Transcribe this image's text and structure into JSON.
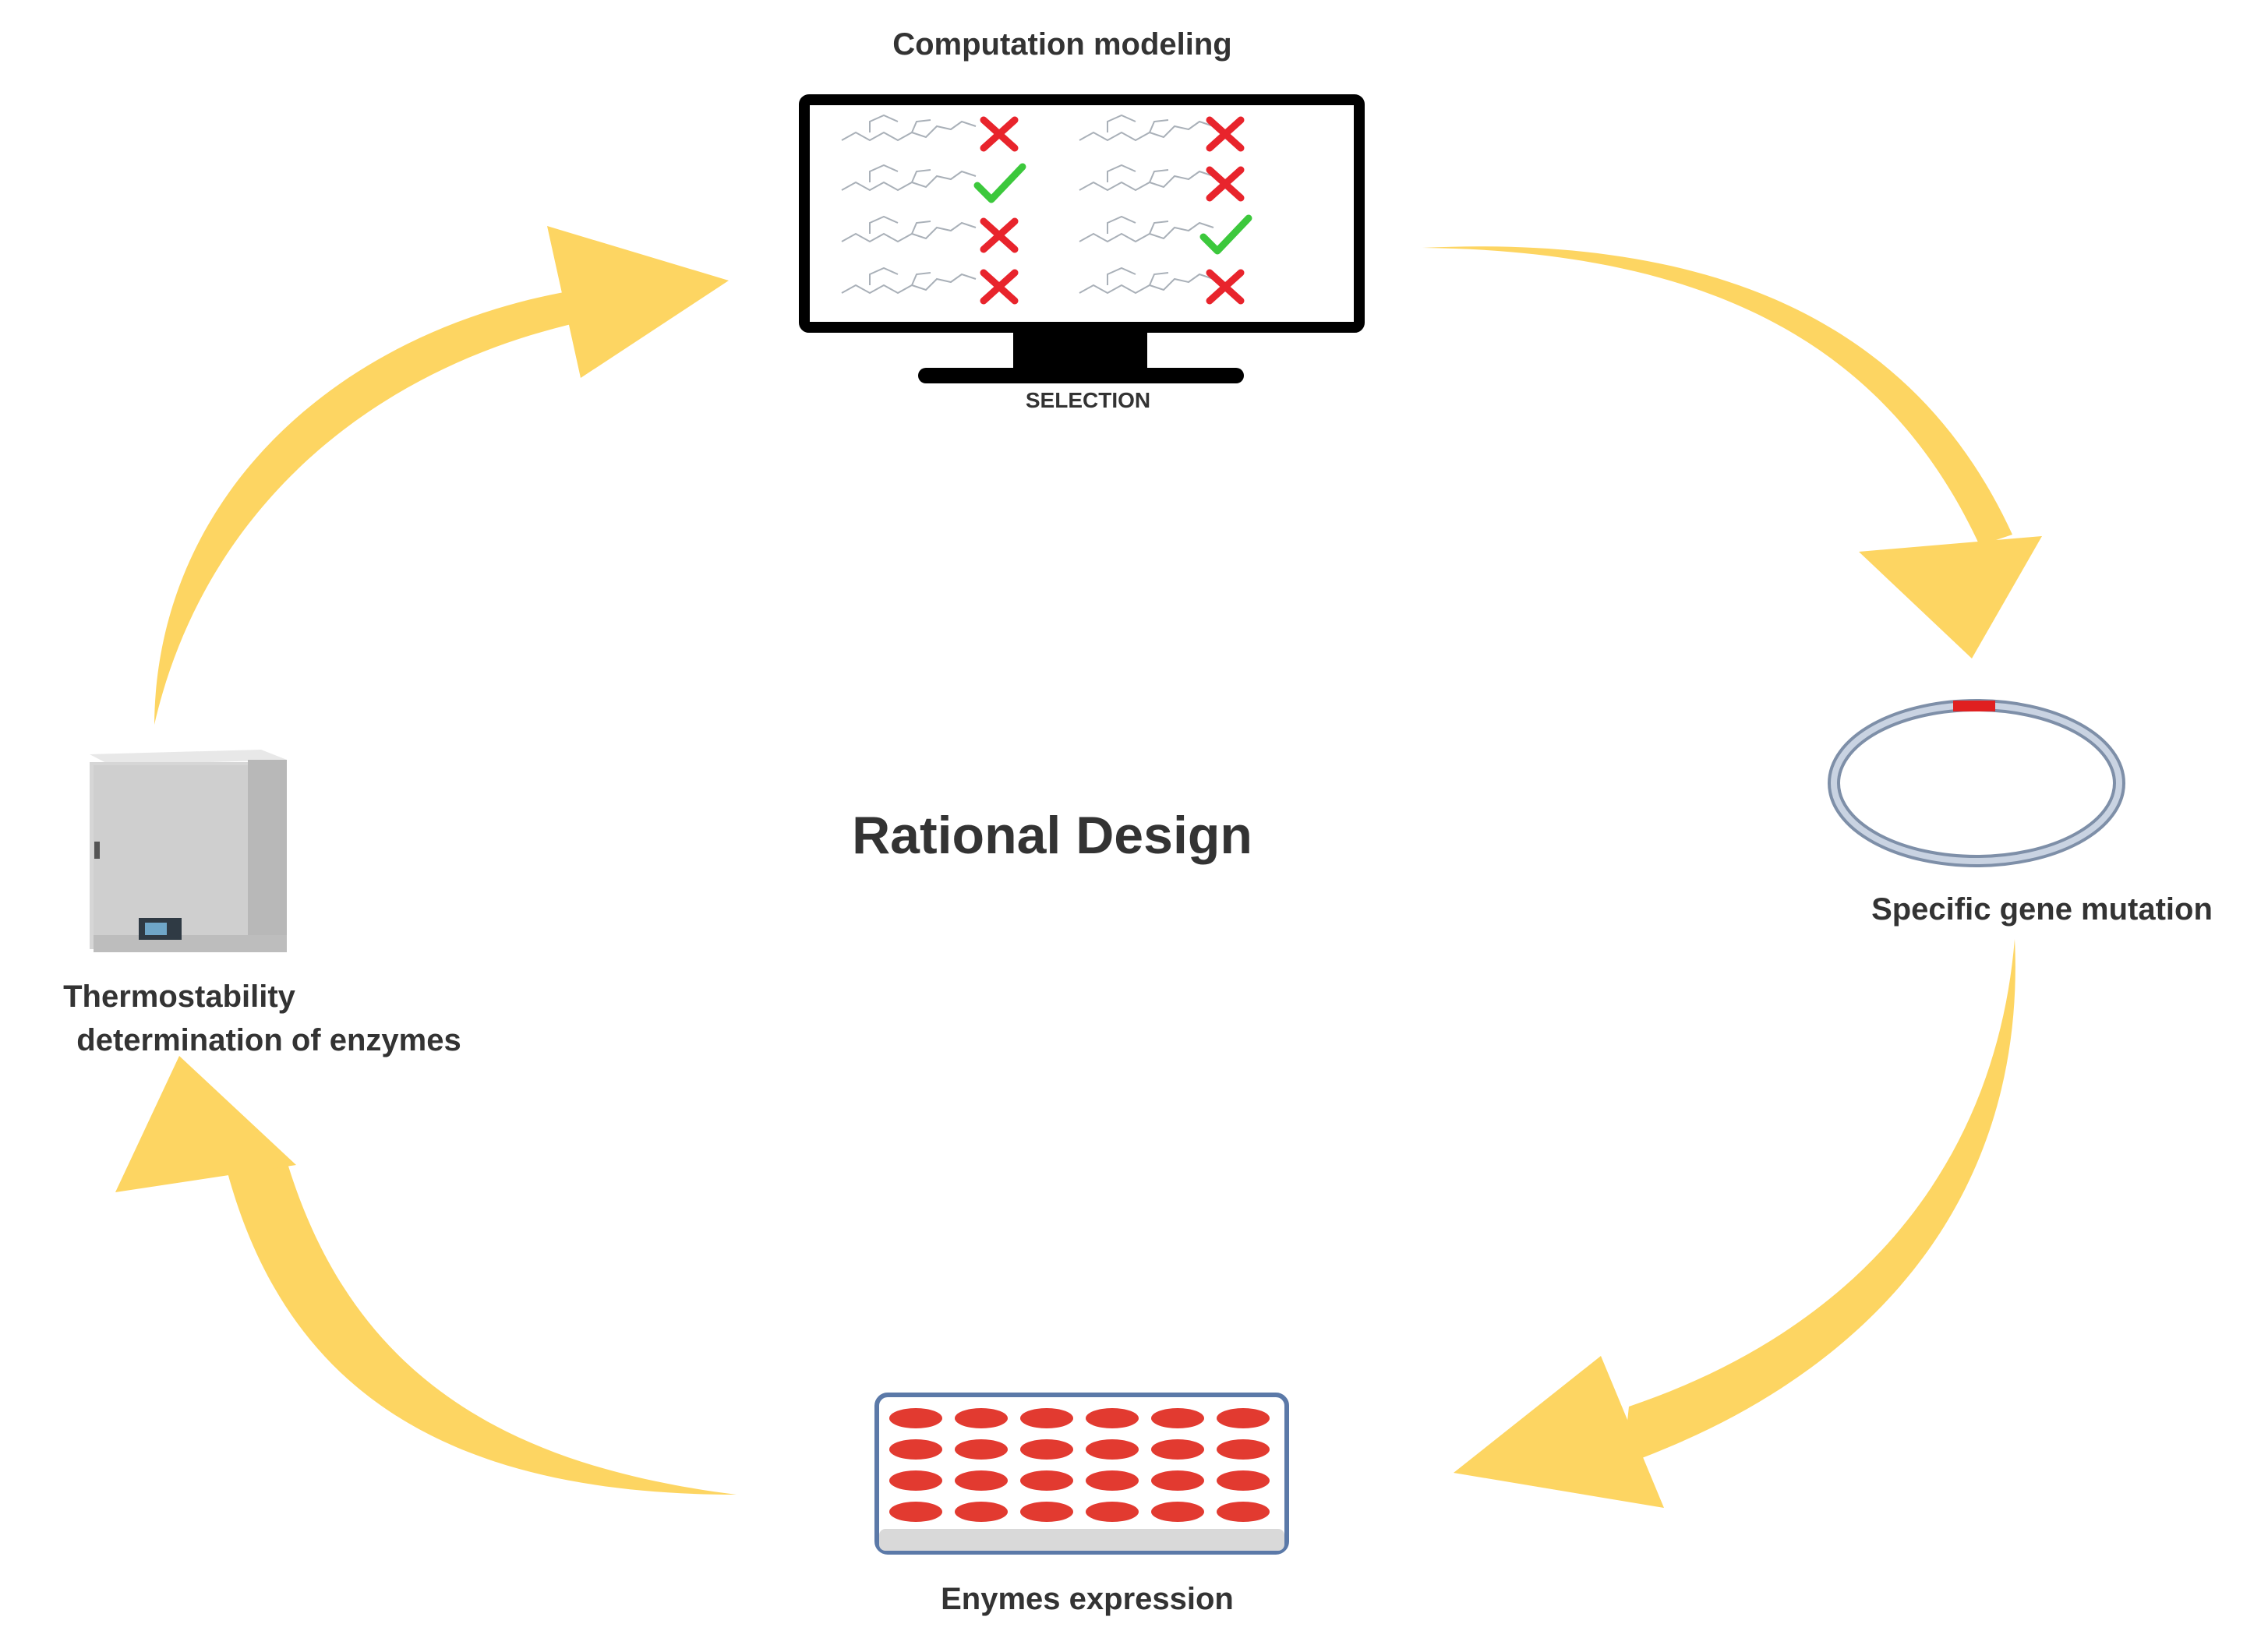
{
  "title": "Rational Design",
  "steps": [
    {
      "label": "Computation modeling",
      "sublabel": "SELECTION"
    },
    {
      "label": "Specific gene mutation"
    },
    {
      "label": "Enymes  expression"
    },
    {
      "label_line1": "Thermostability",
      "label_line2": "determination of  enzymes"
    }
  ],
  "selection_screen": {
    "rows": [
      [
        "reject",
        "reject"
      ],
      [
        "accept",
        "reject"
      ],
      [
        "reject",
        "accept"
      ],
      [
        "reject",
        "reject"
      ]
    ]
  },
  "well_plate": {
    "rows": 4,
    "cols": 6
  },
  "colors": {
    "arrow": "#FDD562",
    "text": "#333333",
    "reject": "#E8242C",
    "accept": "#3CC83C",
    "plasmid": "#7E8FA8",
    "mutation": "#E02020",
    "well": "#E23A30",
    "plate_border": "#5B79A8"
  }
}
